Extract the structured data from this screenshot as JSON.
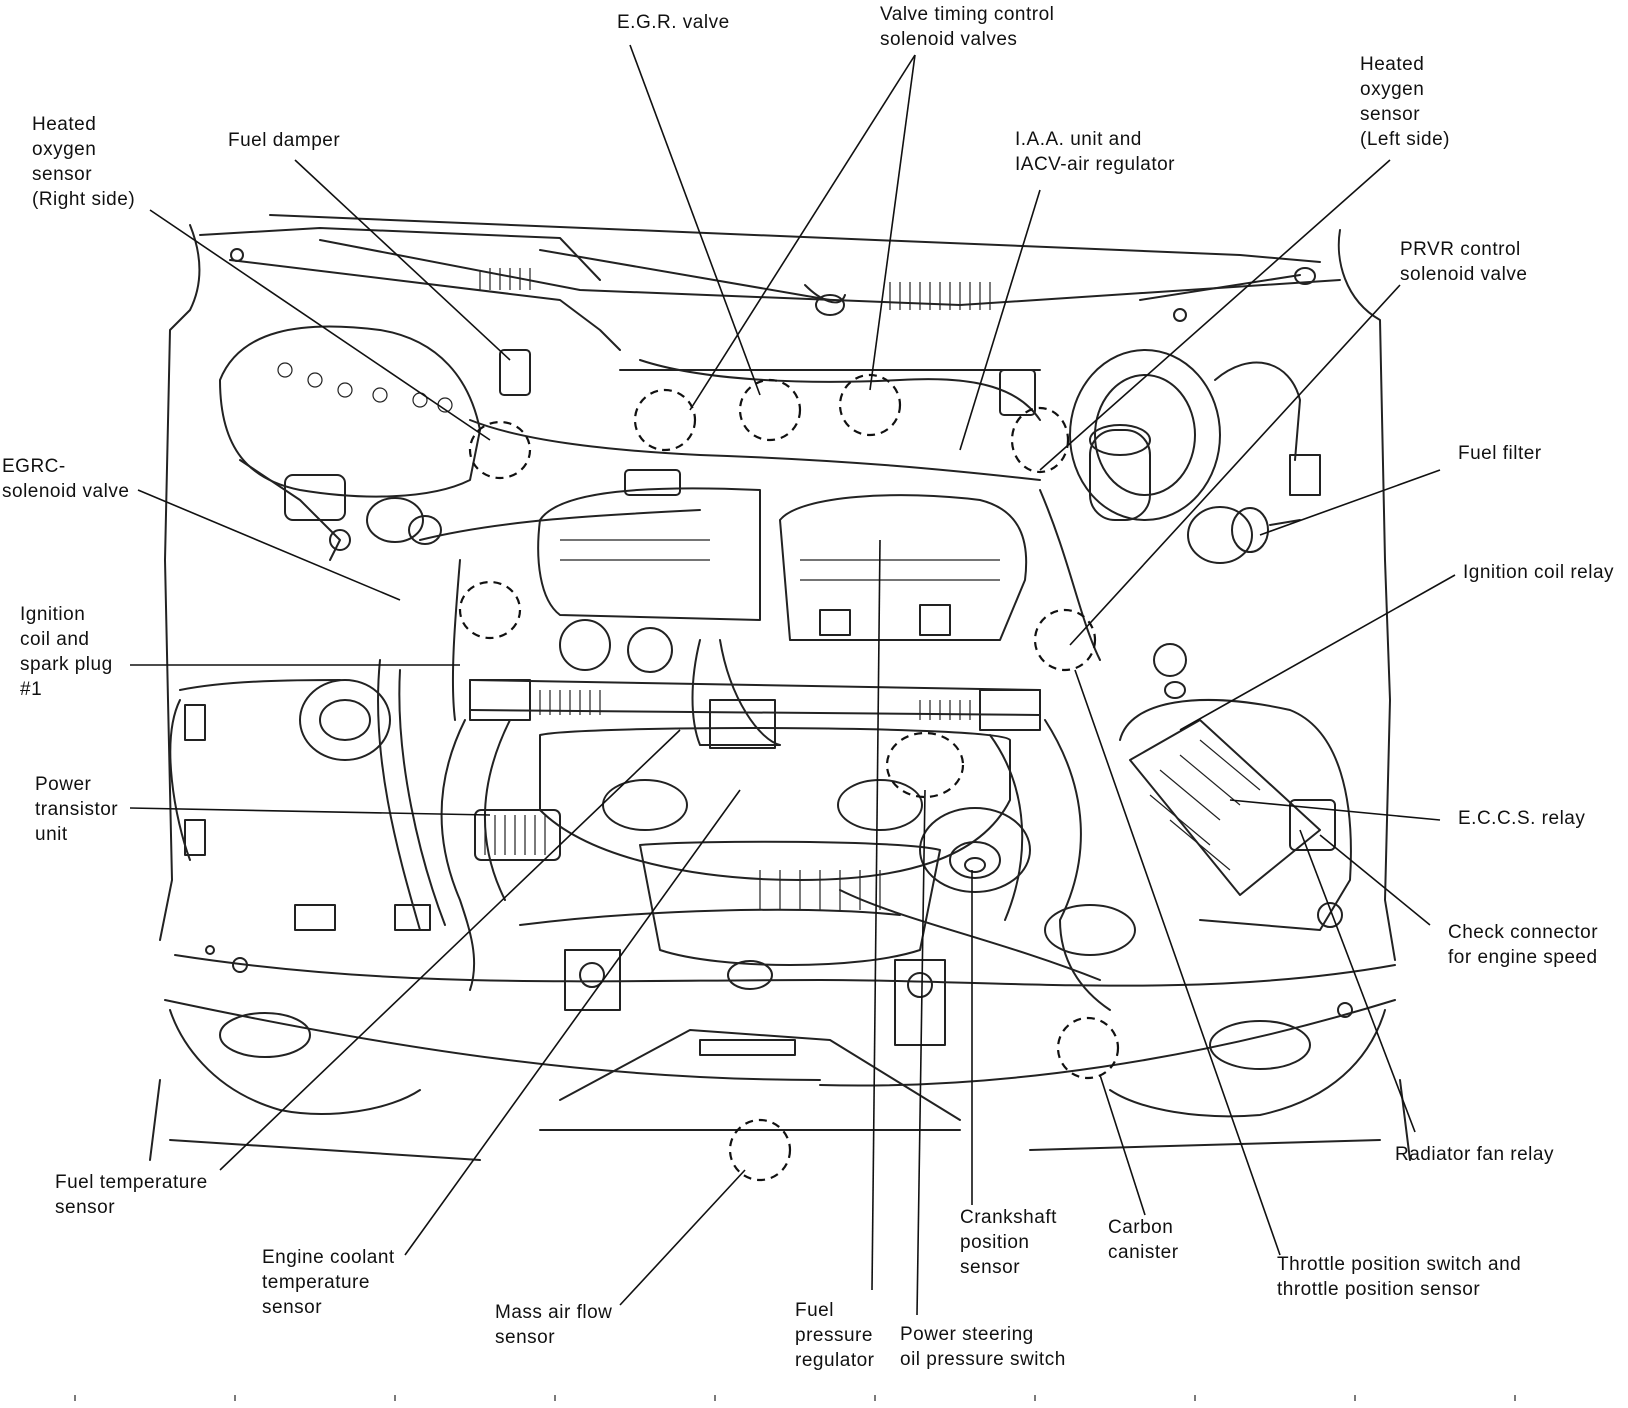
{
  "labels": {
    "egr_valve": [
      "E.G.R. valve"
    ],
    "valve_timing": [
      "Valve timing control",
      "solenoid valves"
    ],
    "heated_o2_left": [
      "Heated",
      "oxygen",
      "sensor",
      "(Left side)"
    ],
    "heated_o2_right": [
      "Heated",
      "oxygen",
      "sensor",
      "(Right side)"
    ],
    "fuel_damper": [
      "Fuel damper"
    ],
    "iaa_unit": [
      "I.A.A. unit and",
      "IACV-air regulator"
    ],
    "prvr": [
      "PRVR control",
      "solenoid valve"
    ],
    "fuel_filter": [
      "Fuel filter"
    ],
    "egrc": [
      "EGRC-",
      "solenoid valve"
    ],
    "ignition_coil_relay": [
      "Ignition coil relay"
    ],
    "ignition_coil_plug": [
      "Ignition",
      "coil and",
      "spark plug",
      "#1"
    ],
    "power_transistor": [
      "Power",
      "transistor",
      "unit"
    ],
    "eccs_relay": [
      "E.C.C.S. relay"
    ],
    "check_connector": [
      "Check connector",
      "for engine speed"
    ],
    "radiator_fan_relay": [
      "Radiator fan relay"
    ],
    "fuel_temp": [
      "Fuel temperature",
      "sensor"
    ],
    "engine_coolant": [
      "Engine coolant",
      "temperature",
      "sensor"
    ],
    "maf": [
      "Mass air flow",
      "sensor"
    ],
    "fuel_pressure": [
      "Fuel",
      "pressure",
      "regulator"
    ],
    "ps_switch": [
      "Power steering",
      "oil pressure switch"
    ],
    "crankshaft": [
      "Crankshaft",
      "position",
      "sensor"
    ],
    "carbon_canister": [
      "Carbon",
      "canister"
    ],
    "throttle": [
      "Throttle position switch and",
      "throttle position sensor"
    ]
  }
}
